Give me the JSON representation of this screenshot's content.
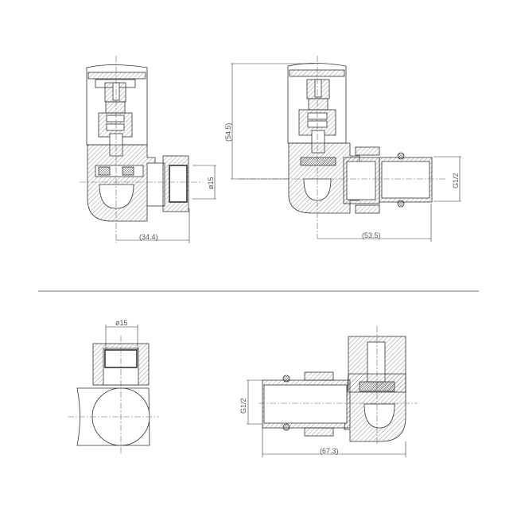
{
  "drawing": {
    "views": [
      {
        "id": "front-view-compression",
        "dimensions": {
          "width": "(34.4)",
          "pipe_diameter": "ø15"
        }
      },
      {
        "id": "front-view-tail",
        "dimensions": {
          "height": "(54.5)",
          "width": "(53.5)",
          "thread": "G1/2"
        }
      },
      {
        "id": "side-view",
        "dimensions": {
          "pipe_diameter": "ø15"
        }
      },
      {
        "id": "top-view",
        "dimensions": {
          "thread": "G1/2",
          "length": "(67.3)"
        }
      }
    ]
  },
  "labels": {
    "v1_width": "(34.4)",
    "v1_dia": "ø15",
    "v2_height": "(54.5)",
    "v2_width": "(53.5)",
    "v2_thread": "G1/2",
    "v3_dia": "ø15",
    "v4_thread": "G1/2",
    "v4_length": "(67.3)"
  },
  "colors": {
    "line": "#333333",
    "hatch": "#777777",
    "centerline": "#666666"
  }
}
